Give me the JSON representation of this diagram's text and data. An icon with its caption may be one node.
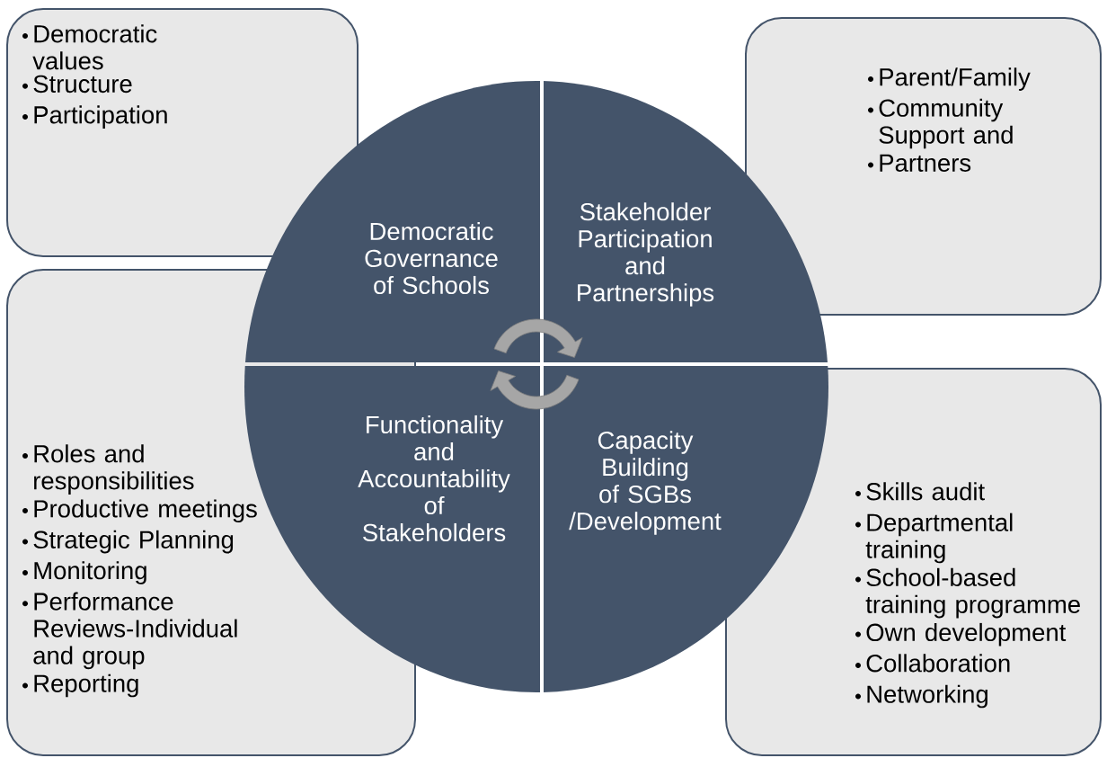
{
  "diagram": {
    "nodes": [
      {
        "text": [
          "Democratic values",
          "Structure",
          "Participation"
        ]
      },
      {
        "text": [
          "Parent/Family",
          "Community Support and",
          "Partners"
        ]
      },
      {
        "text": [
          "Democratic Governance of Schools"
        ]
      },
      {
        "text": [
          "Stakeholder Participation and Partnerships"
        ]
      },
      {
        "text": [
          "Roles and responsibilities",
          "Productive meetings",
          "Strategic Planning",
          "Monitoring",
          "Performance Reviews-Individual and group",
          "Reporting"
        ]
      },
      {
        "text": [
          "Functionality and Accountability of Stakeholders"
        ]
      },
      {
        "text": [
          "Capacity Building of SGBs /Development"
        ]
      },
      {
        "text": [
          "Skills audit",
          "Departmental training",
          "School-based training programme",
          "Own development",
          "Collaboration",
          "Networking"
        ]
      }
    ],
    "edges": []
  }
}
